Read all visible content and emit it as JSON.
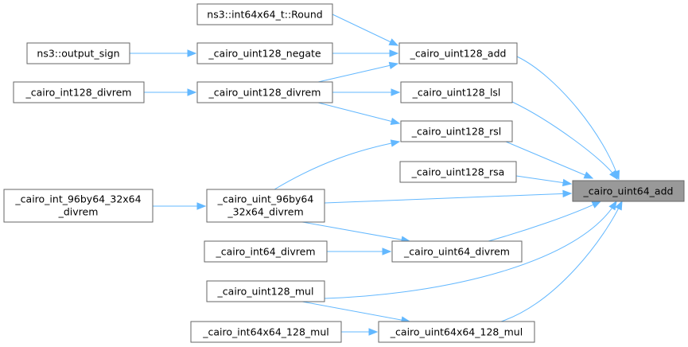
{
  "nodes": {
    "uint64_add": "_cairo_uint64_add",
    "round": "ns3::int64x64_t::Round",
    "output_sign": "ns3::output_sign",
    "uint128_negate": "_cairo_uint128_negate",
    "uint128_add": "_cairo_uint128_add",
    "int128_divrem": "_cairo_int128_divrem",
    "uint128_divrem": "_cairo_uint128_divrem",
    "uint128_lsl": "_cairo_uint128_lsl",
    "uint128_rsl": "_cairo_uint128_rsl",
    "uint128_rsa": "_cairo_uint128_rsa",
    "int_96by64_line1": "_cairo_int_96by64_32x64",
    "int_96by64_line2": "_divrem",
    "uint_96by64_line1": "_cairo_uint_96by64",
    "uint_96by64_line2": "_32x64_divrem",
    "int64_divrem": "_cairo_int64_divrem",
    "uint64_divrem": "_cairo_uint64_divrem",
    "uint128_mul": "_cairo_uint128_mul",
    "int64x64_128_mul": "_cairo_int64x64_128_mul",
    "uint64x64_128_mul": "_cairo_uint64x64_128_mul"
  }
}
